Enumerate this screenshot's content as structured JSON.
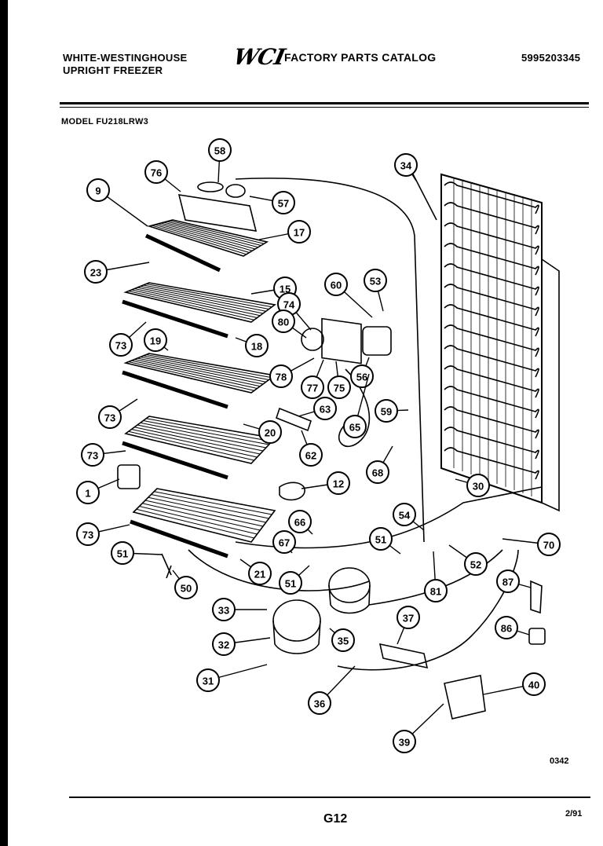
{
  "header": {
    "brand_line1": "WHITE-WESTINGHOUSE",
    "brand_line2": "UPRIGHT FREEZER",
    "logo_text": "WCI",
    "catalog_title": "FACTORY PARTS CATALOG",
    "catalog_number": "5995203345",
    "model_label": "MODEL FU218LRW3"
  },
  "diagram": {
    "callouts": [
      "58",
      "76",
      "57",
      "9",
      "17",
      "23",
      "15",
      "60",
      "53",
      "74",
      "80",
      "73",
      "19",
      "18",
      "34",
      "78",
      "77",
      "75",
      "56",
      "63",
      "59",
      "65",
      "73",
      "20",
      "62",
      "68",
      "73",
      "1",
      "12",
      "30",
      "54",
      "66",
      "73",
      "51",
      "67",
      "70",
      "52",
      "51",
      "21",
      "50",
      "51",
      "81",
      "87",
      "33",
      "37",
      "32",
      "35",
      "86",
      "31",
      "40",
      "36",
      "39"
    ],
    "drawing_code": "0342"
  },
  "footer": {
    "page_code": "G12",
    "date": "2/91"
  }
}
